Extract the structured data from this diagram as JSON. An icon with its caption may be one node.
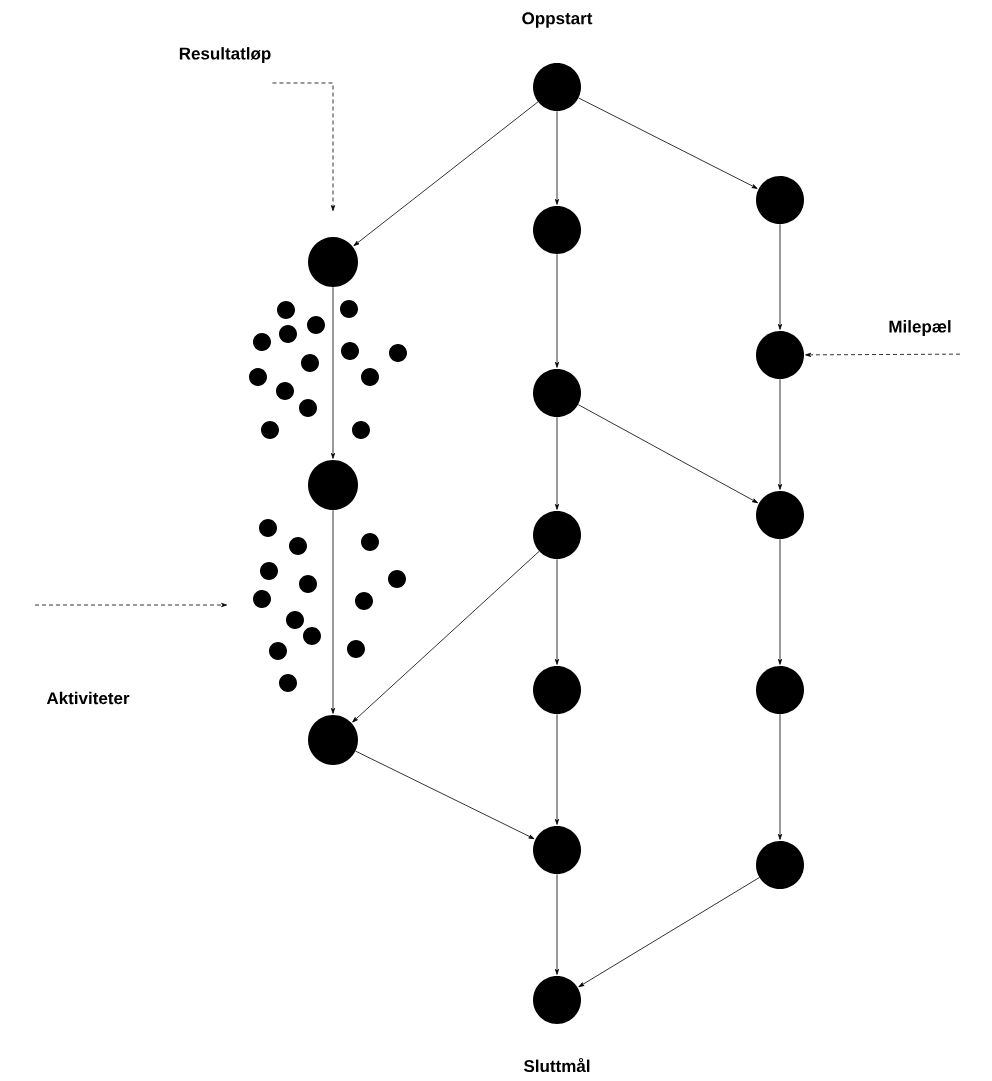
{
  "diagram": {
    "nodes": [
      {
        "text": [
          "Resultatløp"
        ]
      },
      {
        "text": [],
        "shape": "circle",
        "beside": [
          "Oppstart"
        ]
      },
      {
        "text": [],
        "shape": "circle"
      },
      {
        "text": [],
        "shape": "circle"
      },
      {
        "text": [],
        "shape": "circle"
      },
      {
        "text": [
          "Milepæl"
        ]
      },
      {
        "text": [],
        "shape": "circle"
      },
      {
        "text": [],
        "shape": "circle"
      },
      {
        "text": [],
        "shape": "circle"
      },
      {
        "text": [],
        "shape": "circle"
      },
      {
        "text": [],
        "shape": "circle"
      },
      {
        "text": [],
        "shape": "circle"
      },
      {
        "text": [],
        "shape": "circle"
      },
      {
        "text": [],
        "shape": "circle"
      },
      {
        "text": [],
        "shape": "circle"
      },
      {
        "text": [],
        "shape": "circle"
      },
      {
        "text": [],
        "shape": "circle",
        "beside": [
          "Sluttmål"
        ]
      }
    ],
    "edges": [
      {
        "from": 1,
        "to": 4,
        "arrow": "to"
      },
      {
        "from": 1,
        "to": 3,
        "arrow": "to"
      },
      {
        "from": 1,
        "to": 2,
        "arrow": "to"
      },
      {
        "from": 4,
        "to": 8,
        "arrow": "to"
      },
      {
        "from": 8,
        "to": 13,
        "arrow": "to"
      },
      {
        "from": 3,
        "to": 7,
        "arrow": "to"
      },
      {
        "from": 7,
        "to": 10,
        "arrow": "to"
      },
      {
        "from": 7,
        "to": 9,
        "arrow": "to"
      },
      {
        "from": 10,
        "to": 11,
        "arrow": "to"
      },
      {
        "from": 10,
        "to": 13,
        "arrow": "to"
      },
      {
        "from": 11,
        "to": 14,
        "arrow": "to"
      },
      {
        "from": 13,
        "to": 14,
        "arrow": "to"
      },
      {
        "from": 14,
        "to": 16,
        "arrow": "to"
      },
      {
        "from": 2,
        "to": 6,
        "arrow": "to"
      },
      {
        "from": 6,
        "to": 9,
        "arrow": "to"
      },
      {
        "from": 9,
        "to": 12,
        "arrow": "to"
      },
      {
        "from": 12,
        "to": 15,
        "arrow": "to"
      },
      {
        "from": 15,
        "to": 16,
        "arrow": "to"
      },
      {
        "from": 0,
        "to": null,
        "arrow": "to",
        "style": "dashed"
      },
      {
        "from": 5,
        "to": 6,
        "arrow": "to",
        "style": "dashed"
      }
    ],
    "labels": [
      "Aktiviteter"
    ]
  }
}
